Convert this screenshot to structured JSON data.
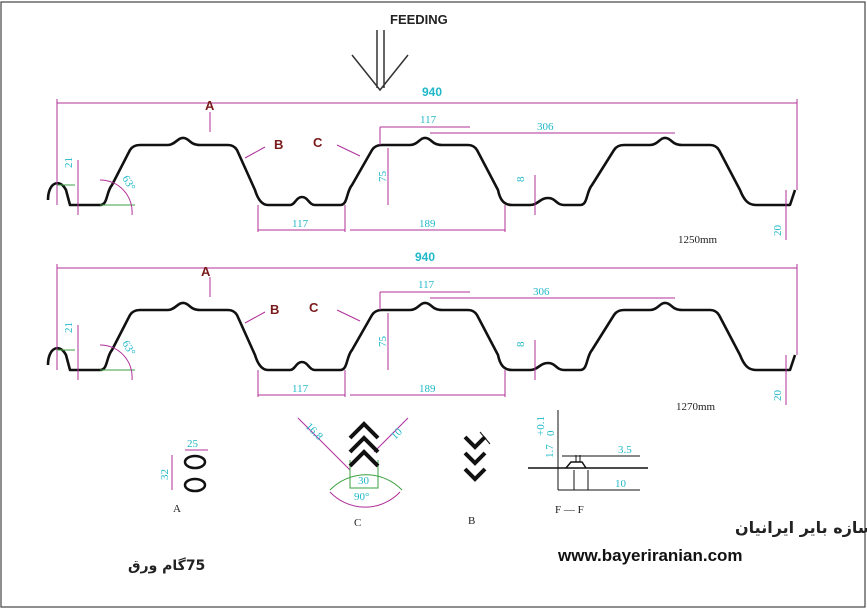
{
  "header": {
    "feeding_label": "FEEDING"
  },
  "profile_top": {
    "overall_width": "940",
    "rib_top": "117",
    "rib_pitch": "306",
    "label_a": "A",
    "label_b": "B",
    "label_c": "C",
    "edge_height": "21",
    "angle": "63°",
    "rib_height": "75",
    "stiffener": "8",
    "bottom_width": "117",
    "rib_base": "189",
    "end_height": "20",
    "sheet_width": "1250mm"
  },
  "profile_bottom": {
    "overall_width": "940",
    "rib_top": "117",
    "rib_pitch": "306",
    "label_a": "A",
    "label_b": "B",
    "label_c": "C",
    "edge_height": "21",
    "angle": "63°",
    "rib_height": "75",
    "stiffener": "8",
    "bottom_width": "117",
    "rib_base": "189",
    "end_height": "20",
    "sheet_width": "1270mm"
  },
  "detail_a": {
    "width": "25",
    "height": "32",
    "label": "A"
  },
  "detail_c": {
    "left": "16.8",
    "right": "10",
    "base": "30",
    "angle": "90°",
    "label": "C"
  },
  "detail_b": {
    "label": "B"
  },
  "detail_f": {
    "thickness": "1.7",
    "tol_upper": "+0.1",
    "tol_lower": "0",
    "bump_width": "3.5",
    "base_width": "10",
    "label": "F — F"
  },
  "brand": {
    "persian_name": "سبک سازه بایر ایرانیان",
    "website": "www.bayeriranian.com"
  },
  "caption": "75گام ورق"
}
